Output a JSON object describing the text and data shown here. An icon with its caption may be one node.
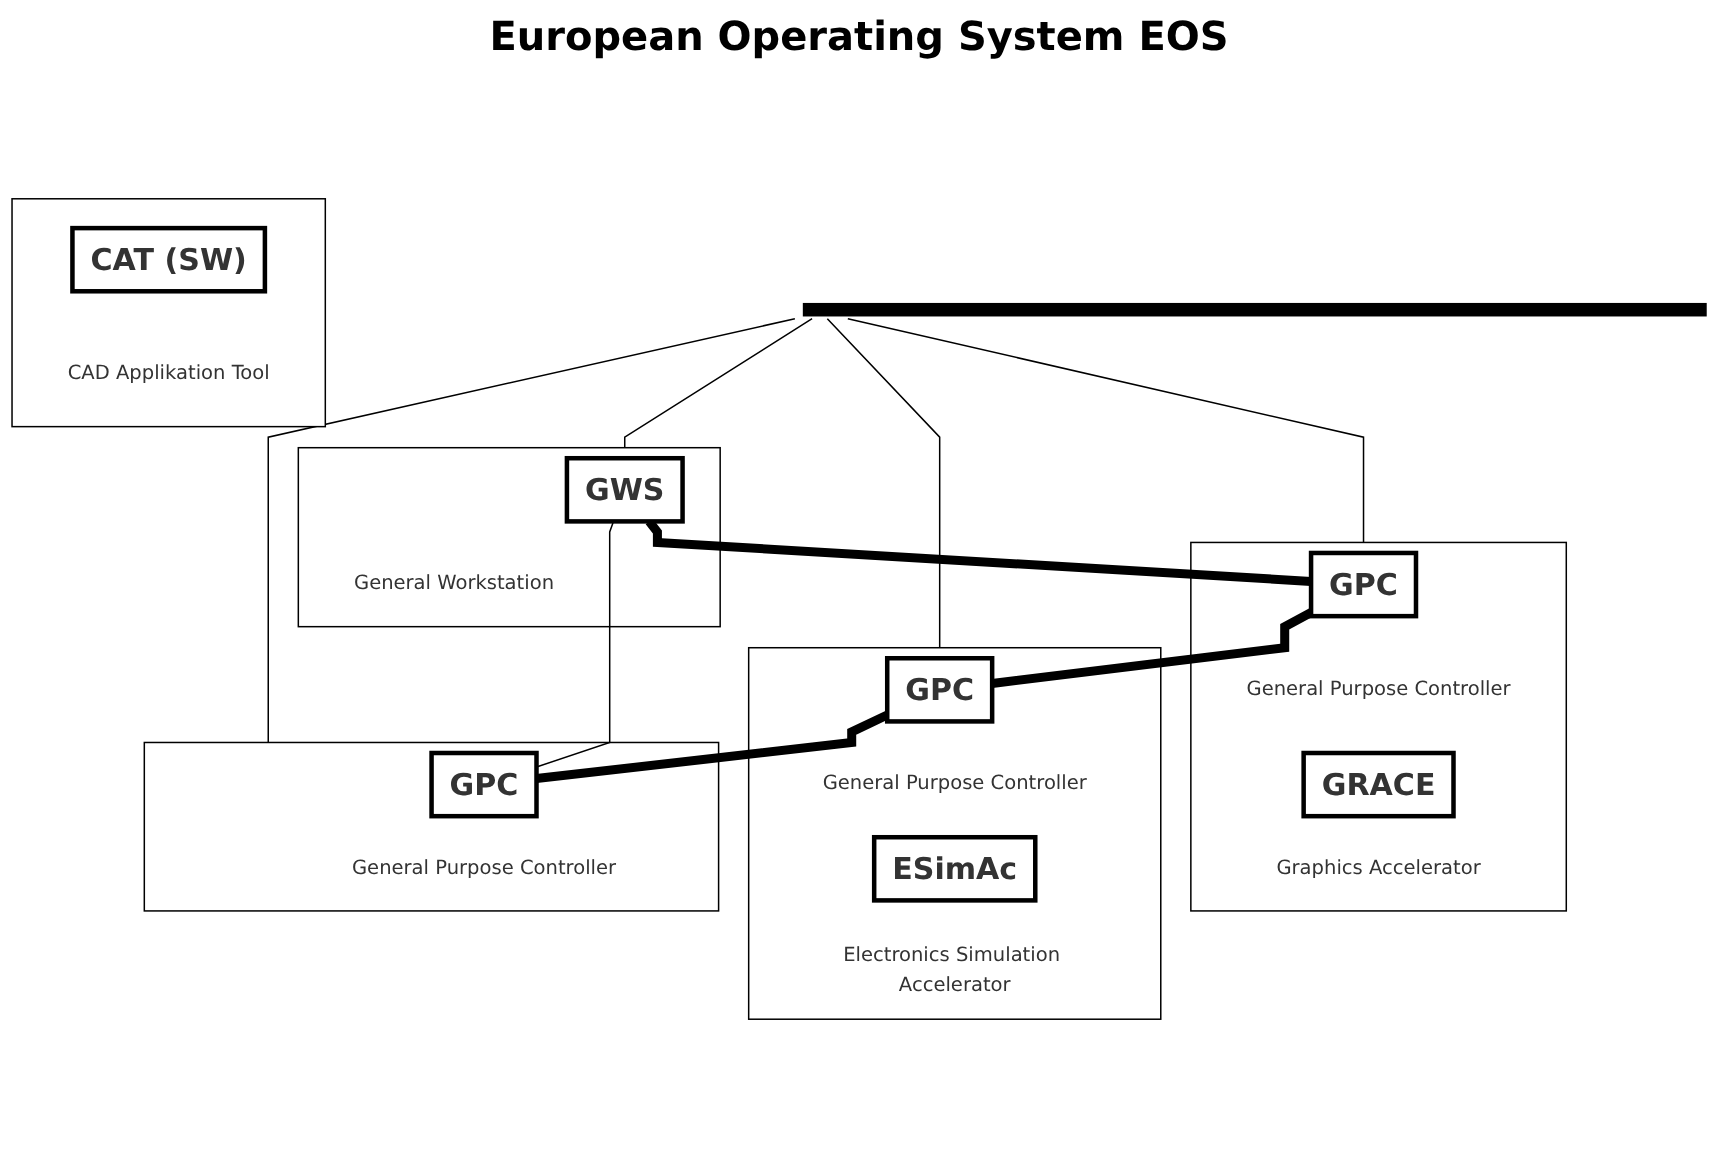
{
  "diagram": {
    "title": "European Operating System EOS",
    "nodes": [
      {
        "text": [],
        "shape": "bar"
      },
      {
        "text": [],
        "shape": "box"
      },
      {
        "text": [
          "GWS"
        ],
        "in": 1,
        "beside": [
          "General Workstation"
        ]
      },
      {
        "text": [],
        "shape": "box"
      },
      {
        "text": [
          "GPC"
        ],
        "in": 3,
        "beside": [
          "General Purpose Controller"
        ]
      },
      {
        "text": [
          "GRACE"
        ],
        "in": 3,
        "beside": [
          "Graphics Accelerator"
        ]
      },
      {
        "text": [],
        "shape": "box"
      },
      {
        "text": [
          "GPC"
        ],
        "in": 6,
        "beside": [
          "General Purpose Controller"
        ]
      },
      {
        "text": [
          "ESimAc"
        ],
        "in": 6,
        "beside": [
          "Electronics Simulation Accelerator"
        ]
      },
      {
        "text": [],
        "shape": "box"
      },
      {
        "text": [
          "GPC"
        ],
        "in": 9,
        "beside": [
          "General Purpose Controller"
        ]
      },
      {
        "text": [],
        "shape": "box"
      },
      {
        "text": [
          "CAT (SW)"
        ],
        "in": 11,
        "beside": [
          "CAD Applikation Tool"
        ]
      }
    ],
    "edges": [
      {
        "from": 0,
        "to": 1,
        "arrow": "none"
      },
      {
        "from": 0,
        "to": 3,
        "arrow": "none"
      },
      {
        "from": 0,
        "to": 6,
        "arrow": "none"
      },
      {
        "from": 0,
        "to": 9,
        "arrow": "none"
      },
      {
        "from": 2,
        "to": 4,
        "arrow": "none",
        "style": "thick"
      },
      {
        "from": 4,
        "to": 7,
        "arrow": "none",
        "style": "thick"
      },
      {
        "from": 7,
        "to": 10,
        "arrow": "none",
        "style": "thick"
      },
      {
        "from": 10,
        "to": 2,
        "arrow": "none"
      }
    ]
  }
}
